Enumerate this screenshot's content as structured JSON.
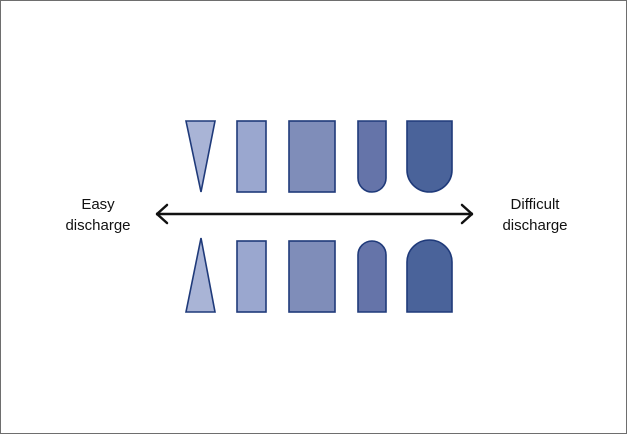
{
  "left_label": {
    "line1": "Easy",
    "line2": "discharge"
  },
  "right_label": {
    "line1": "Difficult",
    "line2": "discharge"
  },
  "colors": {
    "outline": "#1f3a7a",
    "shade_1": "#a9b4d6",
    "shade_2": "#9aa7cf",
    "shade_3": "#7f8db9",
    "shade_4": "#6574a9",
    "shade_5": "#4a639a",
    "arrow": "#111111"
  },
  "shapes": [
    {
      "name": "triangle-shape",
      "shade": "shade_1"
    },
    {
      "name": "narrow-rectangle-shape",
      "shade": "shade_2"
    },
    {
      "name": "wide-rectangle-shape",
      "shade": "shade_3"
    },
    {
      "name": "narrow-rounded-shape",
      "shade": "shade_4"
    },
    {
      "name": "wide-rounded-shape",
      "shade": "shade_5"
    }
  ]
}
